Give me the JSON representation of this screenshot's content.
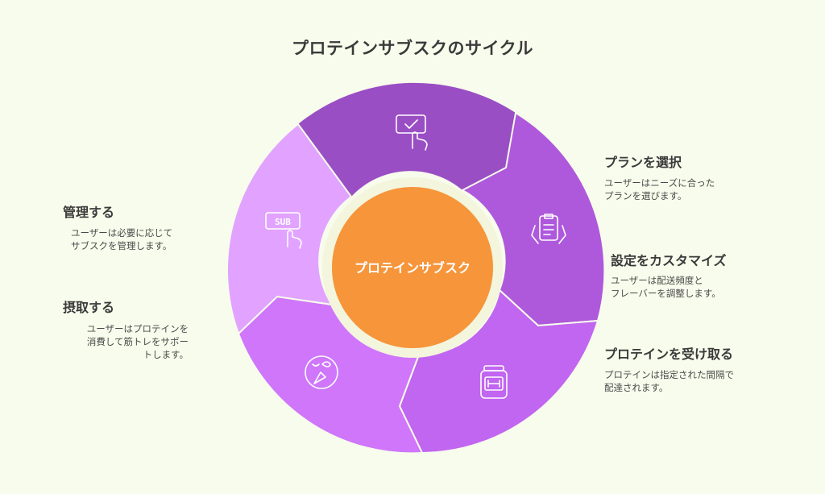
{
  "title": "プロテインサブスクのサイクル",
  "hub": "プロテインサブスク",
  "colors": {
    "background": "#f8fcec",
    "hub": "#f6953a",
    "segment_choose_plan": "#ae59dc",
    "segment_customize": "#bc64ea",
    "segment_receive": "#cc72f7",
    "segment_consume": "#d98bfd",
    "segment_manage": "#e1a3ff",
    "segment_top": "#9a4ec4"
  },
  "steps": [
    {
      "title": "プランを選択",
      "desc": "ユーザーはニーズに合った\nプランを選びます。",
      "icon": "clipboard-hands-icon"
    },
    {
      "title": "設定をカスタマイズ",
      "desc": "ユーザーは配送頻度と\nフレーバーを調整します。",
      "icon": "protein-jar-icon"
    },
    {
      "title": "プロテインを受け取る",
      "desc": "プロテインは指定された間隔で\n配達されます。",
      "icon": "nutrition-icon"
    },
    {
      "title": "摂取する",
      "desc": "ユーザーはプロテインを\n消費して筋トレをサポー\nトします。",
      "icon": "subscribe-button-icon"
    },
    {
      "title": "管理する",
      "desc": "ユーザーは必要に応じて\nサブスクを管理します。",
      "icon": "checkbox-click-icon"
    }
  ]
}
